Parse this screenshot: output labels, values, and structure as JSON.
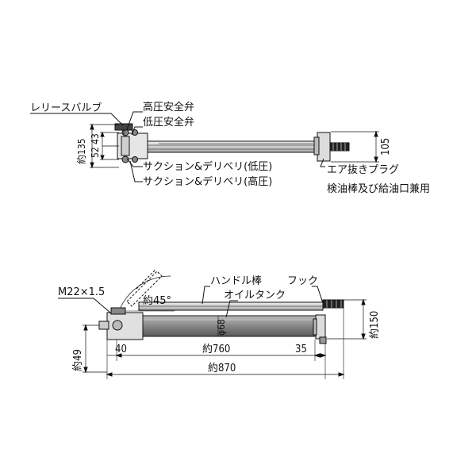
{
  "top_view": {
    "labels": {
      "release_valve": "レリースバルブ",
      "high_pressure_safety_valve": "高圧安全弁",
      "low_pressure_safety_valve": "低圧安全弁",
      "suction_delivery_low": "サクション&デリベリ(低圧)",
      "suction_delivery_high": "サクション&デリベリ(高圧)",
      "air_vent_plug": "エア抜きプラグ",
      "oil_gauge_filler": "検油棒及び給油口兼用"
    },
    "dimensions": {
      "approx_135": "約135",
      "d52": "52",
      "d43": "43",
      "d105": "105"
    }
  },
  "side_view": {
    "labels": {
      "thread": "M22×1.5",
      "angle": "約45°",
      "handle_bar": "ハンドル棒",
      "hook": "フック",
      "oil_tank": "オイルタンク",
      "diameter": "φ68"
    },
    "dimensions": {
      "approx_150": "約150",
      "approx_49": "約49",
      "d40": "40",
      "approx_760": "約760",
      "d35": "35",
      "approx_870": "約870"
    }
  },
  "colors": {
    "line": "#111111",
    "tank_fill": "#8a8a8a",
    "grip_fill": "#222222"
  }
}
